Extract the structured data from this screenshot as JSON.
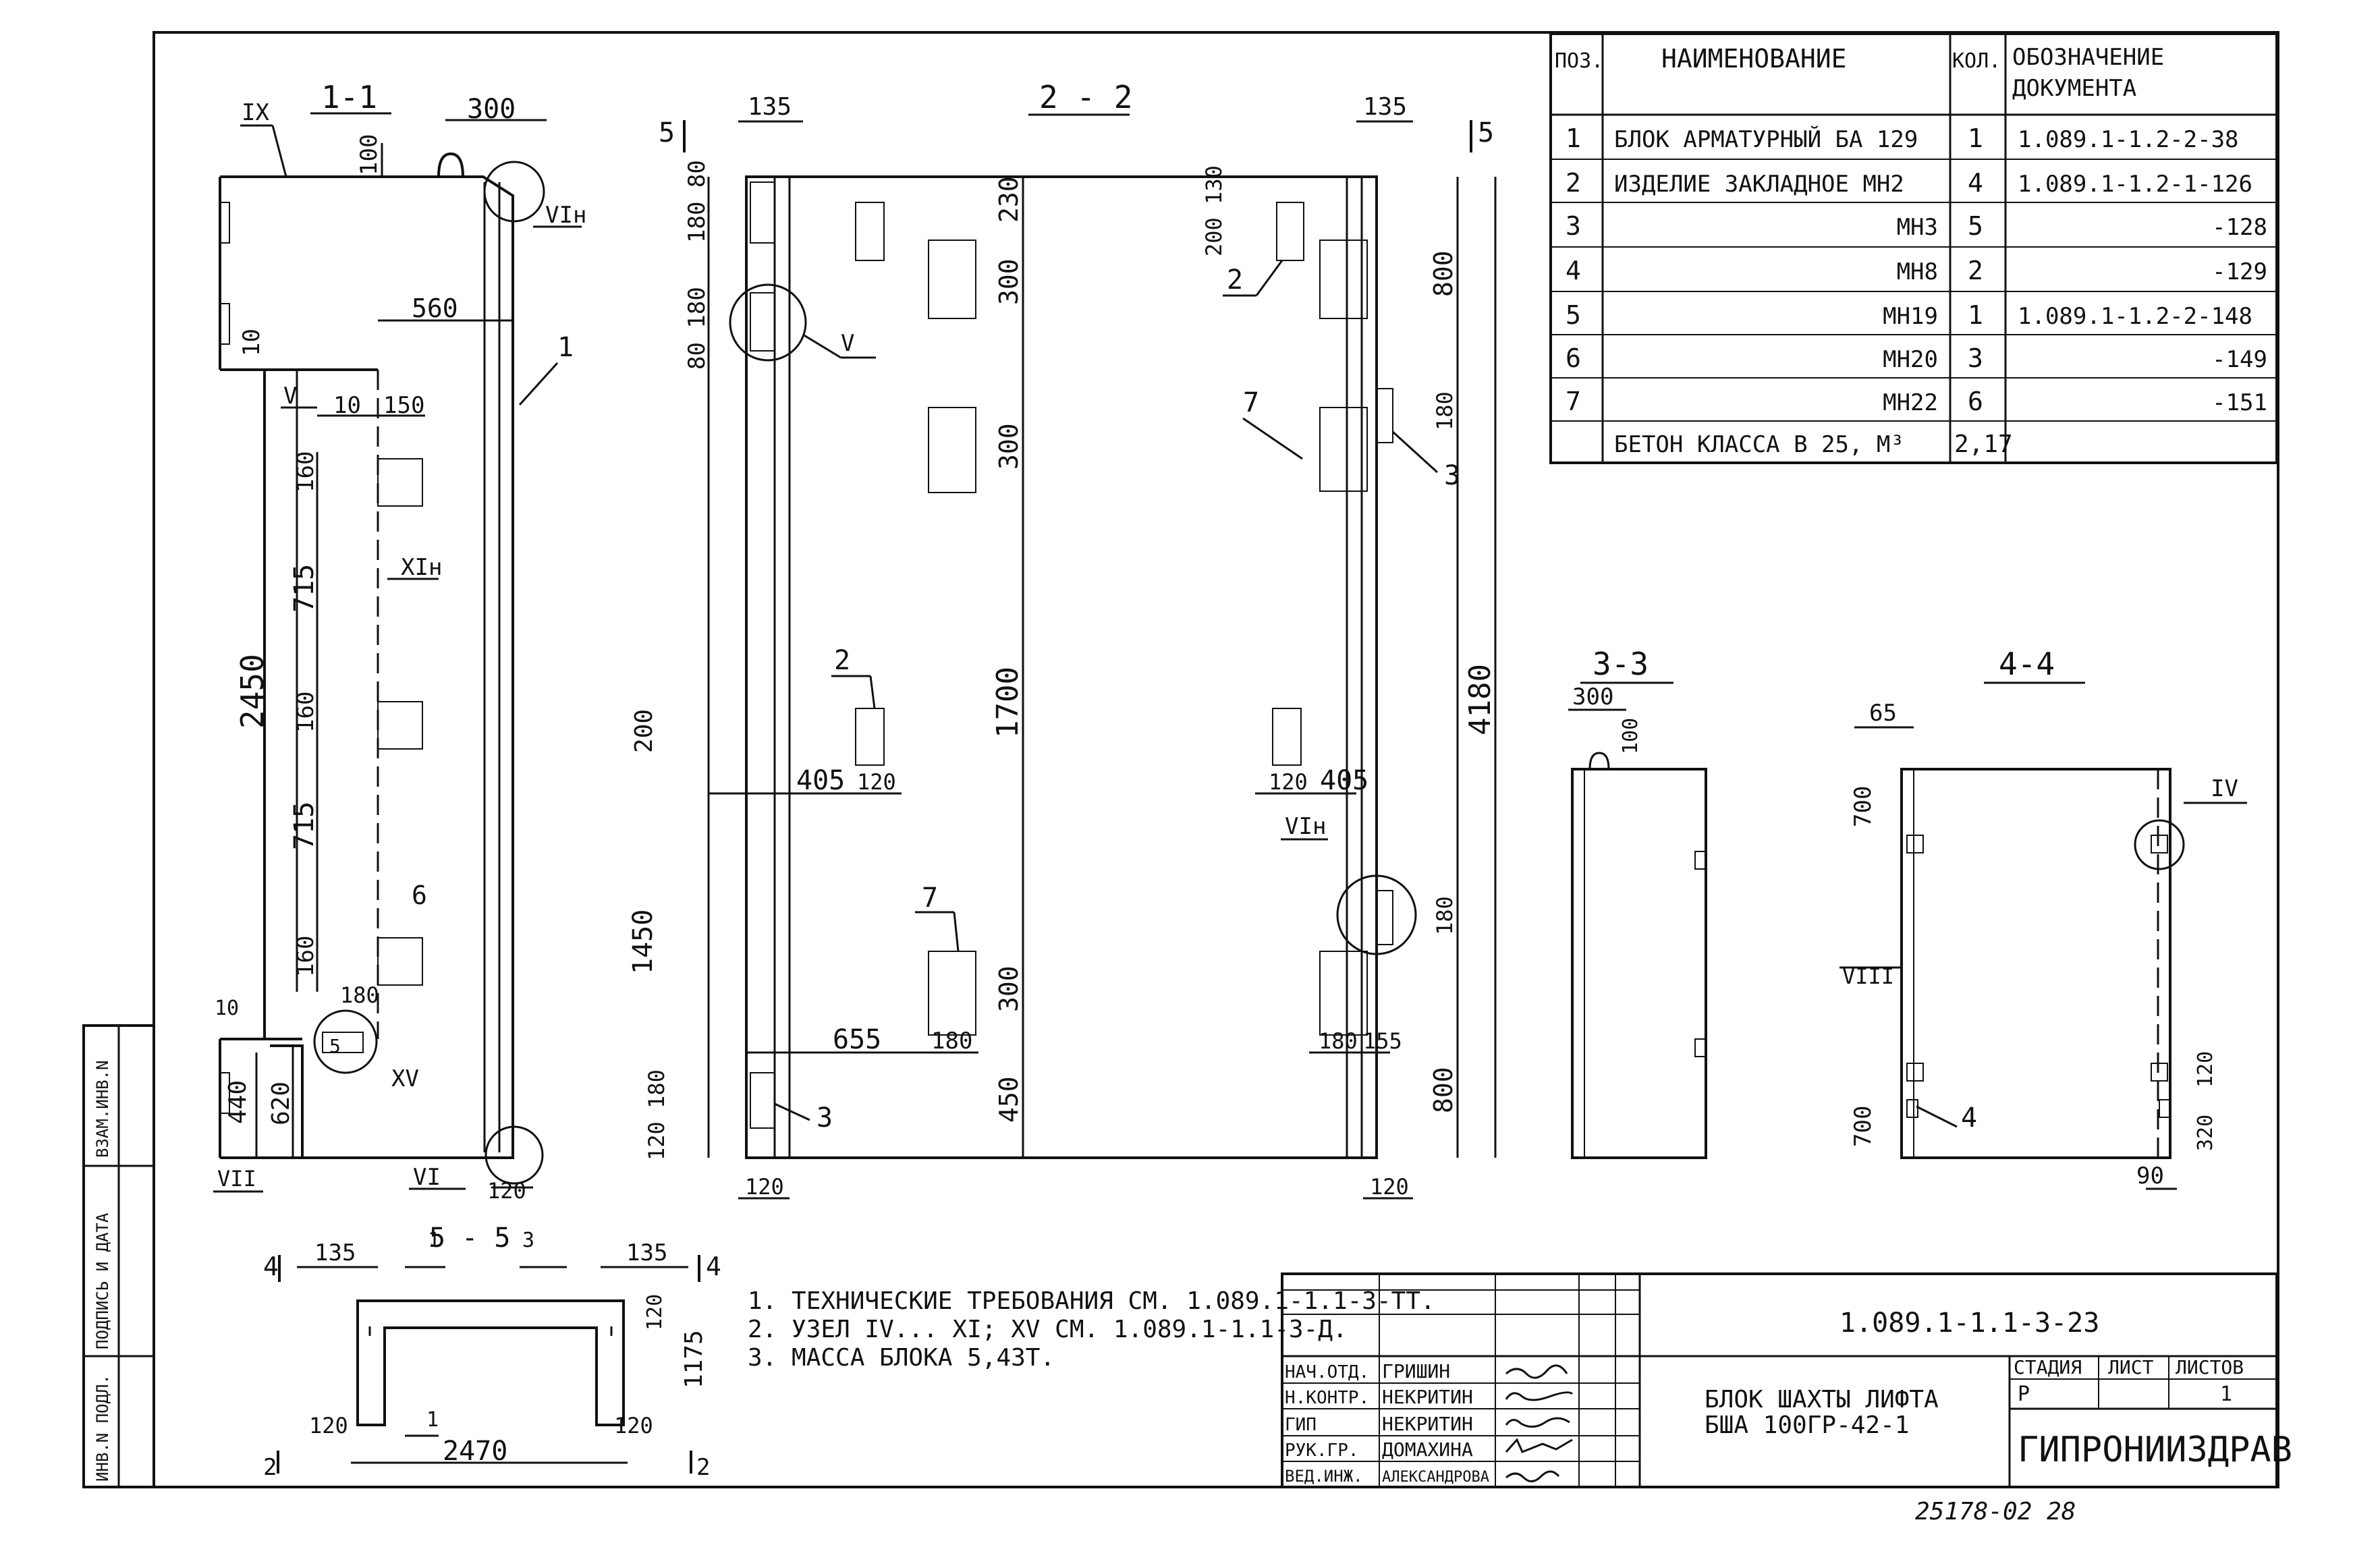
{
  "spec_table": {
    "headers": [
      "ПОЗ.",
      "НАИМЕНОВАНИЕ",
      "КОЛ.",
      "ОБОЗНАЧЕНИЕ",
      "ДОКУМЕНТА"
    ],
    "rows": [
      {
        "pos": "1",
        "name": "БЛОК АРМАТУРНЫЙ  БА 129",
        "qty": "1",
        "doc": "1.089.1-1.2-2-38"
      },
      {
        "pos": "2",
        "name": "ИЗДЕЛИЕ ЗАКЛАДНОЕ МН2",
        "qty": "4",
        "doc": "1.089.1-1.2-1-126"
      },
      {
        "pos": "3",
        "name": "МН3",
        "qty": "5",
        "doc": "-128"
      },
      {
        "pos": "4",
        "name": "МН8",
        "qty": "2",
        "doc": "-129"
      },
      {
        "pos": "5",
        "name": "МН19",
        "qty": "1",
        "doc": "1.089.1-1.2-2-148"
      },
      {
        "pos": "6",
        "name": "МН20",
        "qty": "3",
        "doc": "-149"
      },
      {
        "pos": "7",
        "name": "МН22",
        "qty": "6",
        "doc": "-151"
      },
      {
        "pos": "",
        "name": "БЕТОН КЛАССА  В 25, М³",
        "qty": "2,17",
        "doc": ""
      }
    ]
  },
  "sections": {
    "s11": "1-1",
    "s22": "2 - 2",
    "s33": "3-3",
    "s44": "4-4",
    "s55": "5 - 5"
  },
  "dims": {
    "d300": "300",
    "d100": "100",
    "d560": "560",
    "d10": "10",
    "d150": "150",
    "d160": "160",
    "d715": "715",
    "d2450": "2450",
    "d180": "180",
    "d440": "440",
    "d620": "620",
    "d120": "120",
    "d135": "135",
    "d230": "230",
    "d200": "200",
    "d405": "405",
    "d1700": "1700",
    "d1450": "1450",
    "d655": "655",
    "d450": "450",
    "d4180": "4180",
    "d800": "800",
    "d155": "155",
    "d65": "65",
    "d700": "700",
    "d320": "320",
    "d90": "90",
    "d1175": "1175",
    "d2470": "2470",
    "d180_80": "180 80",
    "d80_180": "80 180",
    "d200_130": "200 130",
    "d120_180": "120 180"
  },
  "callouts": {
    "IX": "IX",
    "VIn": "VIн",
    "V": "V",
    "XIn": "XIн",
    "XV": "XV",
    "VII": "VII",
    "VI": "VI",
    "VIII": "VIII",
    "IV": "IV",
    "p1": "1",
    "p2": "2",
    "p3": "3",
    "p4": "4",
    "p5": "5",
    "p6": "6",
    "p7": "7"
  },
  "notes": [
    "1. ТЕХНИЧЕСКИЕ ТРЕБОВАНИЯ СМ. 1.089.1-1.1-3-ТТ.",
    "2. УЗЕЛ IV... XI; XV СМ. 1.089.1-1.1-3-Д.",
    "3. МАССА БЛОКА 5,43Т."
  ],
  "title_block": {
    "doc_number": "1.089.1-1.1-3-23",
    "roles": [
      "НАЧ.ОТД.",
      "Н.КОНТР.",
      "ГИП",
      "РУК.ГР.",
      "ВЕД.ИНЖ."
    ],
    "names": [
      "ГРИШИН",
      "НЕКРИТИН",
      "НЕКРИТИН",
      "ДОМАХИНА",
      "АЛЕКСАНДРОВА"
    ],
    "title_line1": "БЛОК  ШАХТЫ ЛИФТА",
    "title_line2": "БША 100ГР-42-1",
    "stage_label": "СТАДИЯ",
    "sheet_label": "ЛИСТ",
    "sheets_label": "ЛИСТОВ",
    "stage": "Р",
    "sheets": "1",
    "org": "ГИПРОНИИЗДРАВ"
  },
  "side_stamp": [
    "ИНВ.N ПОДЛ.",
    "ПОДПИСЬ И ДАТА",
    "ВЗАМ.ИНВ.N"
  ],
  "footer_code": "25178-02   28"
}
